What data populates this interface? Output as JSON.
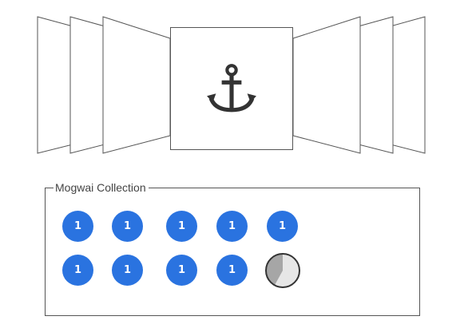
{
  "carousel": {
    "current_icon": "anchor-icon"
  },
  "collection": {
    "title": "Mogwai Collection",
    "items": [
      {
        "count": "1"
      },
      {
        "count": "1"
      },
      {
        "count": "1"
      },
      {
        "count": "1"
      },
      {
        "count": "1"
      },
      {
        "count": "1"
      },
      {
        "count": "1"
      },
      {
        "count": "1"
      },
      {
        "count": "1"
      }
    ],
    "timer": {
      "icon": "pie-timer-icon",
      "progress": 0.42
    }
  },
  "colors": {
    "badge": "#2a73e0",
    "stroke": "#555555",
    "icon": "#333333",
    "timer_filled": "#a6a6a6",
    "timer_empty": "#e6e6e6"
  }
}
